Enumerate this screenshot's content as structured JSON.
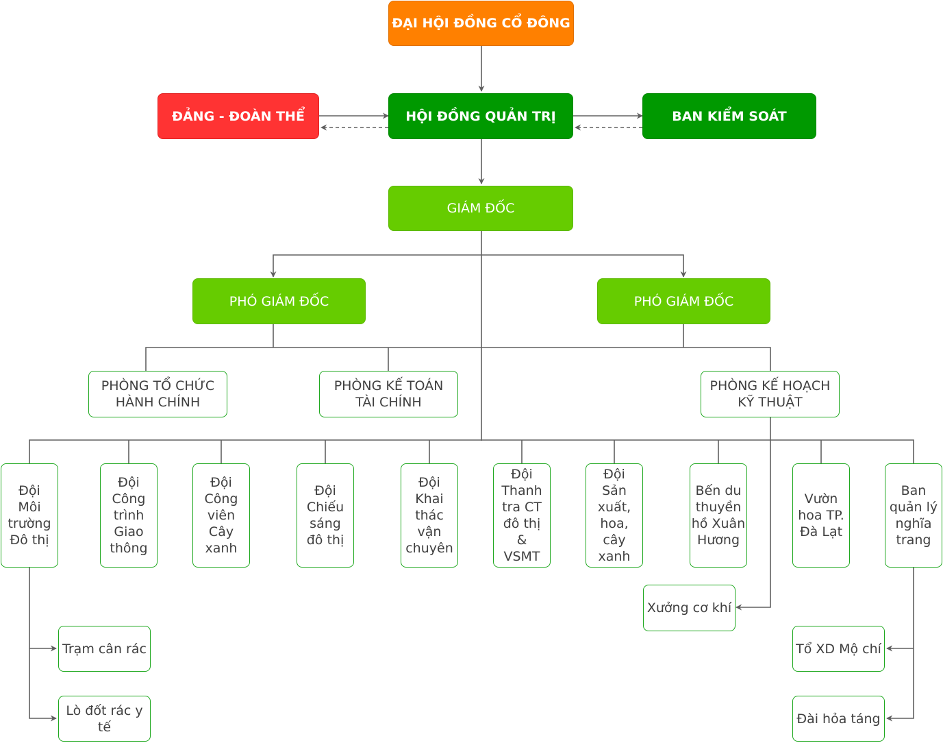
{
  "nodes": {
    "dai_hoi": "ĐẠI HỘI ĐỒNG CỔ ĐÔNG",
    "dang_doan_the": "ĐẢNG - ĐOÀN THỂ",
    "hoi_dong_quan_tri": "HỘI ĐỒNG QUẢN TRỊ",
    "ban_kiem_soat": "BAN KIỂM SOÁT",
    "giam_doc": "GIÁM ĐỐC",
    "pho_giam_doc_1": "PHÓ GIÁM ĐỐC",
    "pho_giam_doc_2": "PHÓ GIÁM ĐỐC",
    "phong_to_chuc": "PHÒNG TỔ CHỨC\nHÀNH CHÍNH",
    "phong_ke_toan": "PHÒNG KẾ TOÁN\nTÀI CHÍNH",
    "phong_ke_hoach": "PHÒNG KẾ HOẠCH\nKỸ THUẬT",
    "doi_moi_truong": "Đội\nMôi\ntrường\nĐô thị",
    "doi_cong_trinh": "Đội\nCông\ntrình\nGiao\nthông",
    "doi_cong_vien": "Đội\nCông\nviên\nCây\nxanh",
    "doi_chieu_sang": "Đội\nChiếu\nsáng\nđô thị",
    "doi_khai_thac": "Đội\nKhai\nthác\nvận\nchuyên",
    "doi_thanh_tra": "Đội\nThanh\ntra CT\nđô thị\n&\nVSMT",
    "doi_san_xuat": "Đội\nSản\nxuất,\nhoa,\ncây xanh",
    "ben_du_thuyen": "Bến du\nthuyền\nhồ Xuân\nHương",
    "vuon_hoa": "Vườn\nhoa TP.\nĐà Lạt",
    "ban_quan_ly": "Ban\nquản lý\nnghĩa\ntrang",
    "xuong_co_khi": "Xưởng cơ khí",
    "tram_can_rac": "Trạm cân rác",
    "lo_dot_rac": "Lò đốt rác y tế",
    "to_xd_mo_chi": "Tổ XD Mộ chí",
    "dai_hoa_tang": "Đài hỏa táng"
  },
  "colors": {
    "top": "#ff8000",
    "party": "#ff3333",
    "board": "#009900",
    "director": "#66cc00",
    "outline": "#1fa81f",
    "connector": "#606060"
  }
}
